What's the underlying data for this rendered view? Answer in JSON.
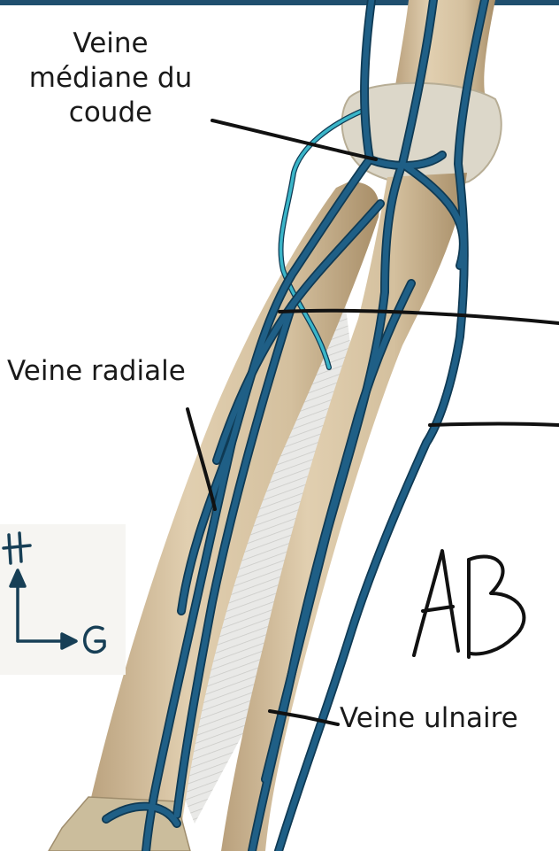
{
  "labels": {
    "mediane": [
      "Veine",
      "médiane du",
      "coude"
    ],
    "radiale": "Veine radiale",
    "ulnaire": "Veine ulnaire"
  },
  "handwritten": {
    "compass_up": "H",
    "compass_right": "G",
    "initials": "AB"
  },
  "colors": {
    "bone": "#d9c6a6",
    "bone_shade": "#b9a07c",
    "membrane": "#e4e4e2",
    "vein": "#1f5f86",
    "vein_outline": "#0f3a54",
    "vein_light": "#3ab5c8",
    "leader": "#111111",
    "top_bar": "#1f4f6e"
  }
}
